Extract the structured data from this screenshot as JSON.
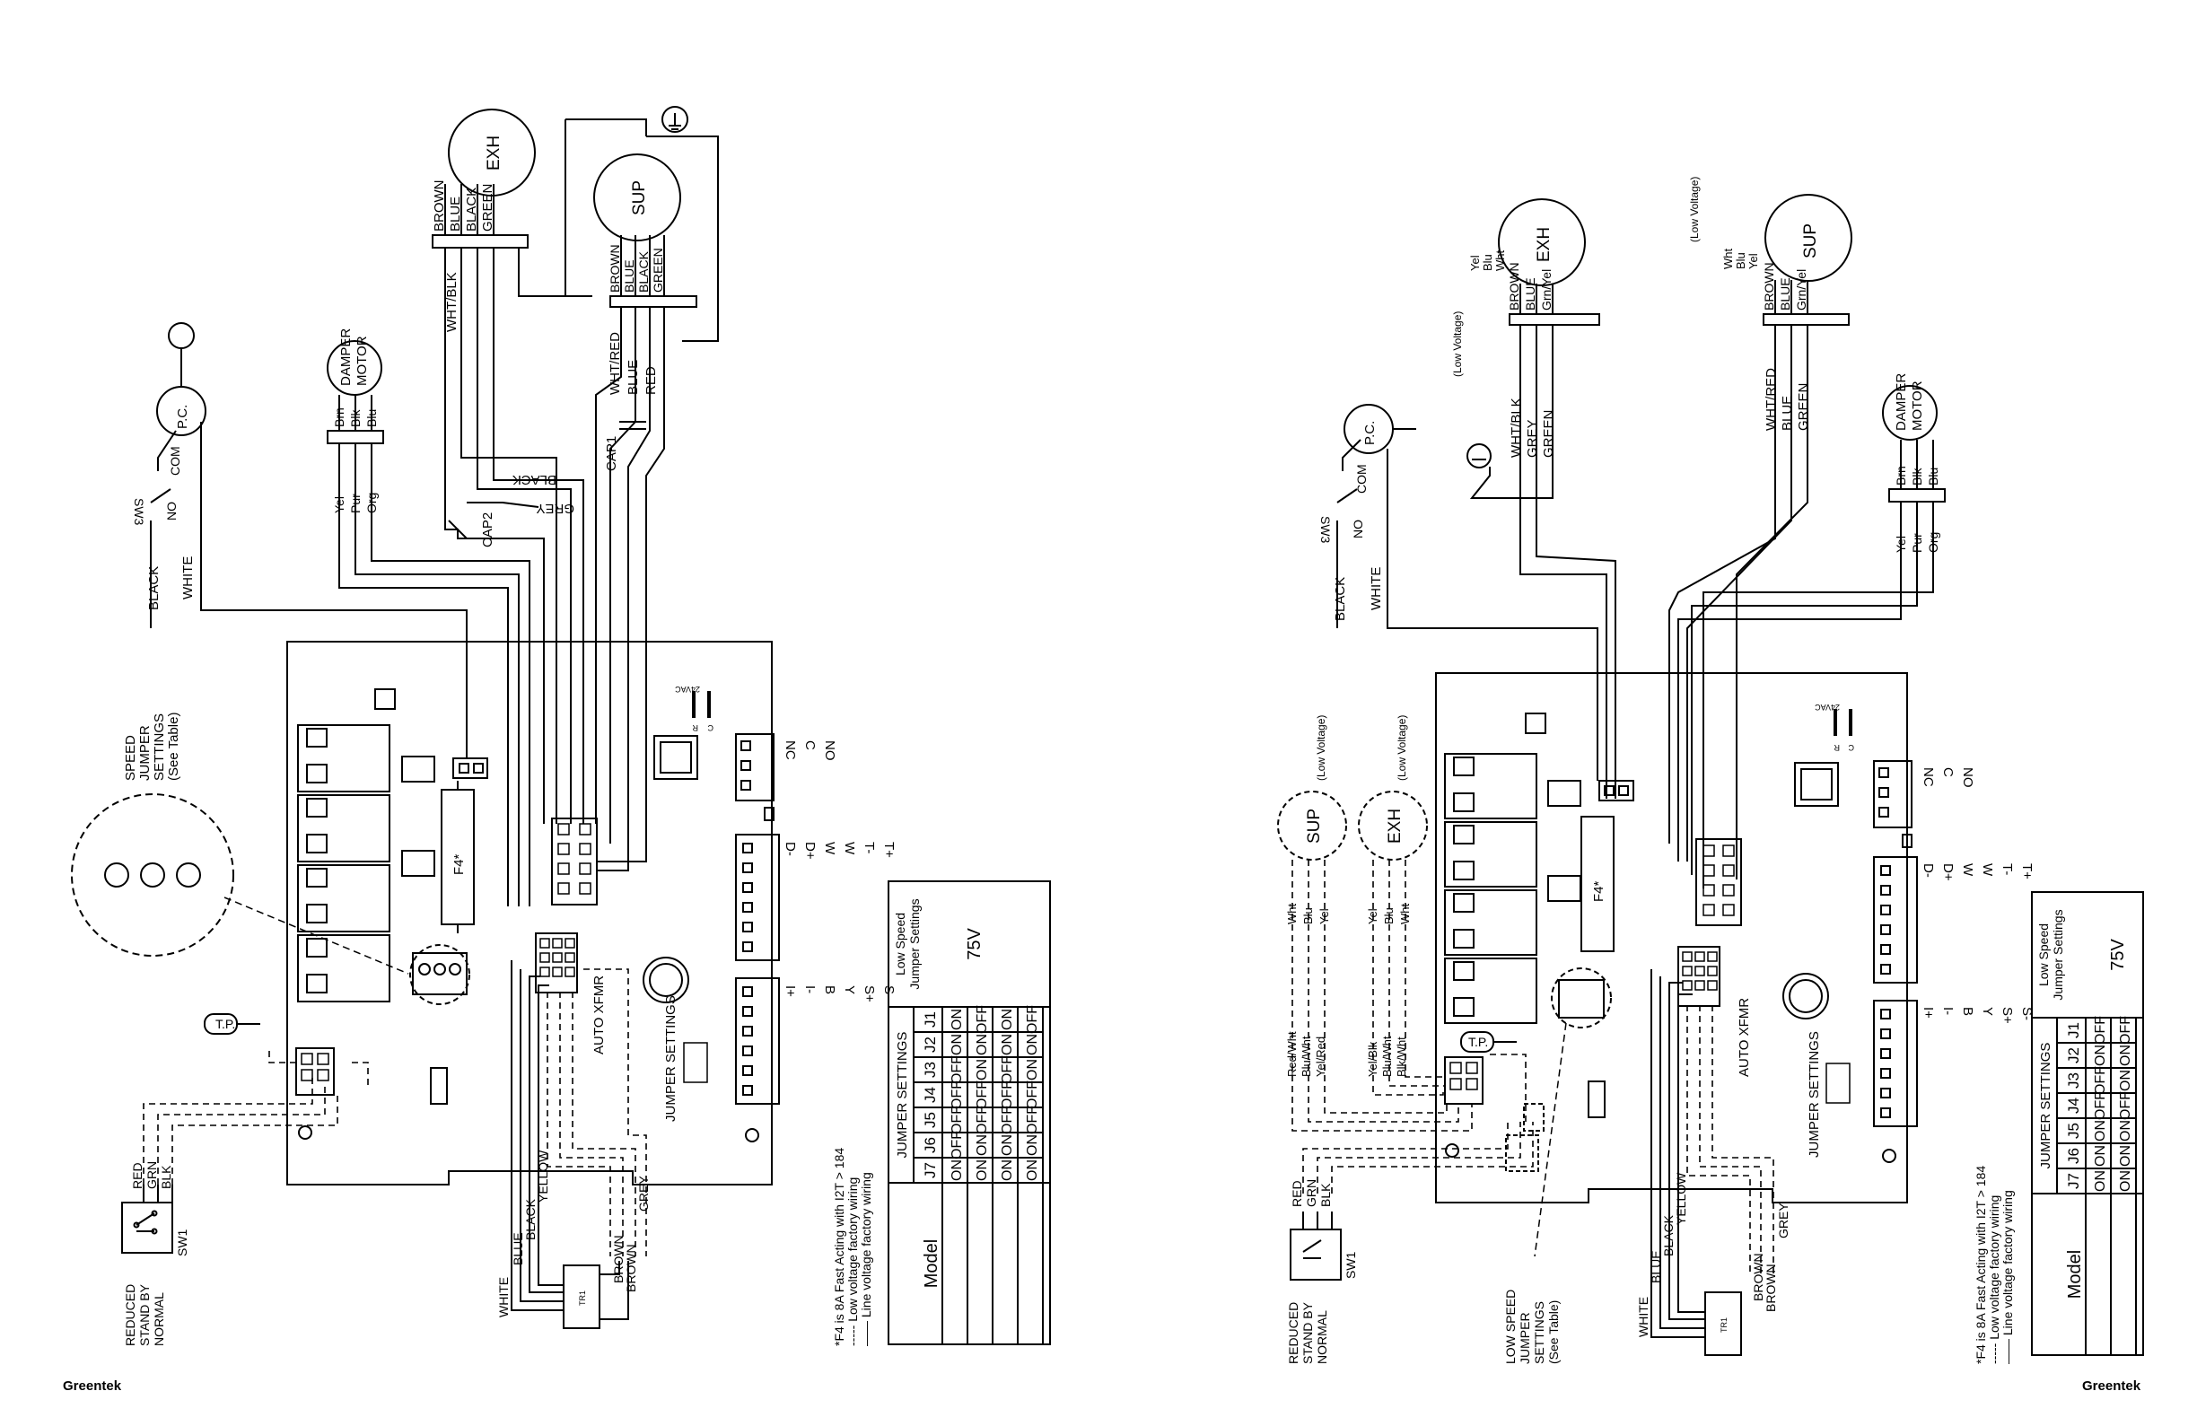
{
  "diagrams": [
    {
      "id": "left",
      "motors": {
        "exh": "EXH",
        "sup": "SUP"
      },
      "damper": {
        "line1": "DAMPER",
        "line2": "MOTOR",
        "wires": [
          "Brn",
          "Blk",
          "Blu"
        ],
        "leads": [
          "Yel",
          "Pur",
          "Org"
        ]
      },
      "exh_wires": [
        "BROWN",
        "BLUE",
        "BLACK",
        "GREEN"
      ],
      "sup_wires": [
        "BROWN",
        "BLUE",
        "BLACK",
        "GREEN"
      ],
      "sup_leads": [
        "WHT/RED",
        "BLUE",
        "RED"
      ],
      "labels": {
        "wht_blk": "WHT/BLK",
        "black": "BLACK",
        "grey": "GREY",
        "cap1": "CAP1",
        "cap2": "CAP2",
        "pc": "P.C.",
        "com": "COM",
        "no": "NO",
        "sw3": "SW3",
        "pc_black": "BLACK",
        "pc_white": "WHITE",
        "speed": [
          "SPEED",
          "JUMPER",
          "SETTINGS",
          "(See Table)"
        ],
        "f4": "F4*",
        "tp": "T.P.",
        "auto_xfmr": "AUTO XFMR",
        "jumper_settings": "JUMPER SETTINGS",
        "tr1": "TR1",
        "vac": "24VAC",
        "r": "R",
        "c": "C",
        "terminals_a": [
          "NC",
          "C",
          "NO"
        ],
        "terminals_b": [
          "D-",
          "D+",
          "W",
          "W",
          "T-",
          "T+"
        ],
        "terminals_c": [
          "I+",
          "I-",
          "B",
          "Y",
          "S+",
          "S-"
        ],
        "sw1": "SW1",
        "sw1_leads": [
          "RED",
          "GRN",
          "BLK"
        ],
        "modes": [
          "REDUCED",
          "STAND BY",
          "NORMAL"
        ],
        "xfmr_wires": [
          "WHITE",
          "BLUE",
          "BLACK",
          "YELLOW",
          "BROWN",
          "BROWN",
          "GREY"
        ]
      },
      "notes": [
        "*F4 is 8A Fast Acting with I2T > 184",
        "----- Low voltage factory wiring",
        "—— Line voltage factory wiring"
      ],
      "table": {
        "model": "Model",
        "group": "JUMPER SETTINGS",
        "low_speed": [
          "Low Speed",
          "Jumper Settings"
        ],
        "value": "75V",
        "cols": [
          "J7",
          "J6",
          "J5",
          "J4",
          "J3",
          "J2",
          "J1"
        ],
        "rows": [
          [
            "ON",
            "OFF",
            "OFF",
            "OFF",
            "OFF",
            "ON",
            "ON"
          ],
          [
            "ON",
            "ON",
            "OFF",
            "OFF",
            "ON",
            "ON",
            "OFF"
          ],
          [
            "ON",
            "ON",
            "OFF",
            "OFF",
            "OFF",
            "ON",
            "ON"
          ],
          [
            "ON",
            "ON",
            "OFF",
            "OFF",
            "ON",
            "ON",
            "OFF"
          ]
        ]
      }
    },
    {
      "id": "right",
      "motors": {
        "exh": "EXH",
        "sup": "SUP"
      },
      "damper": {
        "line1": "DAMPER",
        "line2": "MOTOR",
        "wires": [
          "Brn",
          "Blk",
          "Blu"
        ],
        "leads": [
          "Yel",
          "Pur",
          "Org"
        ]
      },
      "exh_wires": [
        "BROWN",
        "BLUE",
        "Grn/Yel"
      ],
      "sup_wires": [
        "BROWN",
        "BLUE",
        "Grn/Yel"
      ],
      "exh_leads": [
        "WHT/BLK",
        "GREY",
        "GREEN"
      ],
      "sup_leads": [
        "WHT/RED",
        "BLUE",
        "GREEN"
      ],
      "exh_low": [
        "Yel",
        "Blu",
        "Wht"
      ],
      "sup_low": [
        "Wht",
        "Blu",
        "Yel"
      ],
      "labels": {
        "low_voltage": "(Low Voltage)",
        "pc": "P.C.",
        "com": "COM",
        "no": "NO",
        "sw3": "SW3",
        "pc_black": "BLACK",
        "pc_white": "WHITE",
        "f4": "F4*",
        "tp": "T.P.",
        "auto_xfmr": "AUTO XFMR",
        "jumper_settings": "JUMPER SETTINGS",
        "tr1": "TR1",
        "vac": "24VAC",
        "r": "R",
        "c": "C",
        "terminals_a": [
          "NC",
          "C",
          "NO"
        ],
        "terminals_b": [
          "D-",
          "D+",
          "W",
          "W",
          "T-",
          "T+"
        ],
        "terminals_c": [
          "I+",
          "I-",
          "B",
          "Y",
          "S+",
          "S-"
        ],
        "sup_circle": "SUP",
        "exh_circle": "EXH",
        "sup_inputs": [
          "Wht",
          "Blu",
          "Yel"
        ],
        "exh_inputs": [
          "Yel",
          "Blu",
          "Wht"
        ],
        "sup_feed": [
          "Red/Wht",
          "Blu/Wht",
          "Yel/Red"
        ],
        "exh_feed": [
          "Yel/Blk",
          "Blu/Wht",
          "Blk/Wht"
        ],
        "low_speed": [
          "LOW SPEED",
          "JUMPER",
          "SETTINGS",
          "(See Table)"
        ],
        "sw1": "SW1",
        "sw1_leads": [
          "RED",
          "GRN",
          "BLK"
        ],
        "modes": [
          "REDUCED",
          "STAND BY",
          "NORMAL"
        ],
        "xfmr_wires": [
          "WHITE",
          "BLUE",
          "BLACK",
          "YELLOW",
          "BROWN",
          "BROWN",
          "GREY"
        ]
      },
      "notes": [
        "*F4 is 8A Fast Acting with I2T > 184",
        "----- Low voltage factory wiring",
        "—— Line voltage factory wiring"
      ],
      "table": {
        "model": "Model",
        "group": "JUMPER SETTINGS",
        "low_speed": [
          "Low Speed",
          "Jumper Settings"
        ],
        "value": "75V",
        "cols": [
          "J7",
          "J6",
          "J5",
          "J4",
          "J3",
          "J2",
          "J1"
        ],
        "rows": [
          [
            "ON",
            "ON",
            "ON",
            "OFF",
            "OFF",
            "ON",
            "OFF"
          ],
          [
            "ON",
            "ON",
            "ON",
            "OFF",
            "ON",
            "ON",
            "OFF"
          ]
        ]
      }
    }
  ],
  "brand": "Greentek"
}
